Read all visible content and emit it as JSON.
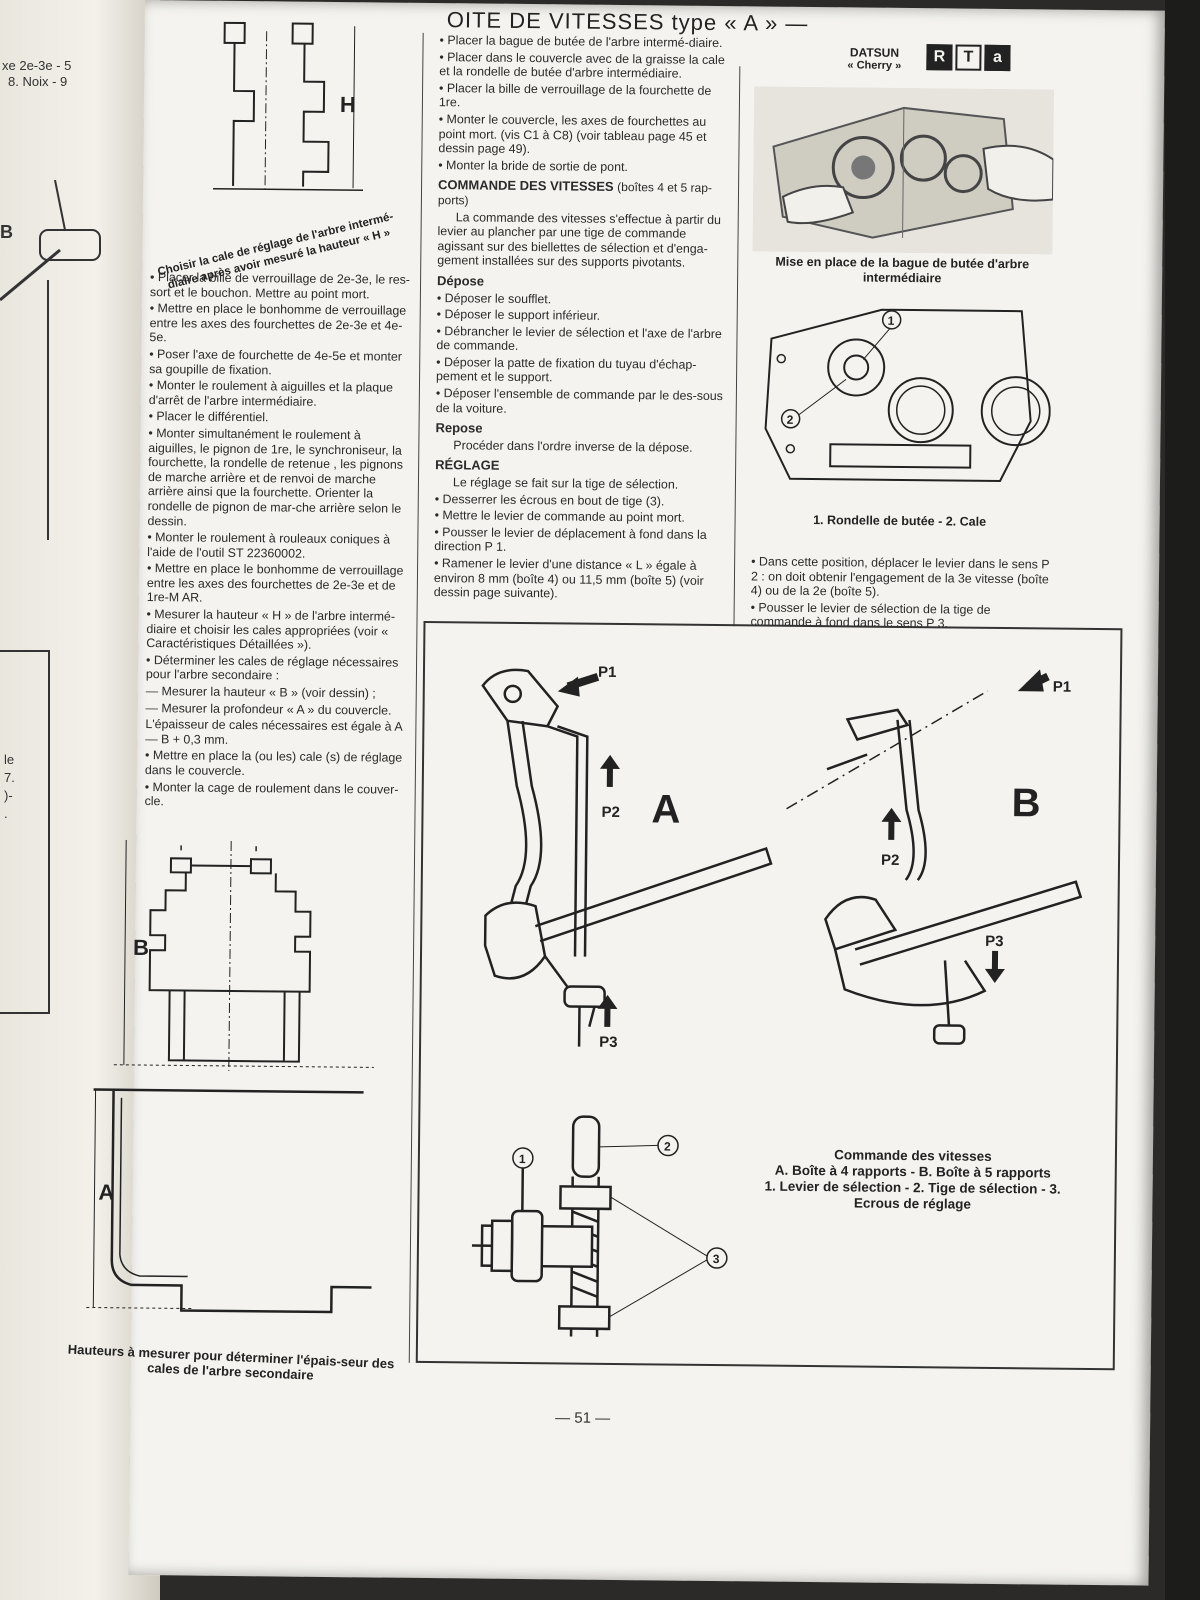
{
  "left_page": {
    "fragments": [
      "xe 2e-3e - 5",
      "8. Noix - 9",
      "B",
      "le",
      "7.",
      ")-",
      "."
    ]
  },
  "header": {
    "section_title": "OITE DE VITESSES type « A » —",
    "brand": "DATSUN",
    "model": "« Cherry »",
    "logo_letters": [
      "R",
      "T",
      "a"
    ]
  },
  "col_left": {
    "fig_label_h": "H",
    "fig_caption": "Choisir la cale de réglage de l'arbre intermé-diaire après avoir mesuré la hauteur « H »",
    "paragraphs": [
      "Placer la bille de verrouillage de 2e-3e, le res-sort et le bouchon. Mettre au point mort.",
      "Mettre en place le bonhomme de verrouillage entre les axes des fourchettes de 2e-3e et 4e-5e.",
      "Poser l'axe de fourchette de 4e-5e et monter sa goupille de fixation.",
      "Monter le roulement à aiguilles et la plaque d'arrêt de l'arbre intermédiaire.",
      "Placer le différentiel.",
      "Monter simultanément le roulement à aiguilles, le pignon de 1re, le synchroniseur, la fourchette, la rondelle de retenue , les pignons de marche arrière et de renvoi de marche arrière ainsi que la fourchette. Orienter la rondelle de pignon de mar-che arrière selon le dessin.",
      "Monter le roulement à rouleaux coniques à l'aide de l'outil ST 22360002.",
      "Mettre en place le bonhomme de verrouillage entre les axes des fourchettes de 2e-3e et de 1re-M AR.",
      "Mesurer la hauteur « H » de l'arbre intermé-diaire et choisir les cales appropriées (voir « Caractéristiques Détaillées »).",
      "Déterminer les cales de réglage nécessaires pour l'arbre secondaire :",
      "— Mesurer la hauteur « B » (voir dessin) ;",
      "— Mesurer la profondeur « A » du couvercle.",
      "L'épaisseur de cales nécessaires est égale à A — B + 0,3 mm.",
      "Mettre en place la (ou les) cale (s) de réglage dans le couvercle.",
      "Monter la cage de roulement dans le couver-cle."
    ],
    "fig2_label_b": "B",
    "fig2_label_a": "A",
    "fig2_caption": "Hauteurs à mesurer pour déterminer l'épais-seur des cales de l'arbre secondaire"
  },
  "col_mid": {
    "intro": [
      "Placer la bague de butée de l'arbre intermé-diaire.",
      "Placer dans le couvercle avec de la graisse la cale et la rondelle de butée d'arbre intermédiaire.",
      "Placer la bille de verrouillage de la fourchette de 1re.",
      "Monter le couvercle, les axes de fourchettes au point mort. (vis C1 à C8) (voir tableau page 45 et dessin page 49).",
      "Monter la bride de sortie de pont."
    ],
    "h_commande": "COMMANDE DES VITESSES",
    "h_commande_suffix": "(boîtes 4 et 5 rap-ports)",
    "commande_text": "La commande des vitesses s'effectue à partir du levier au plancher par une tige de commande agissant sur des biellettes de sélection et d'enga-gement installées sur des supports pivotants.",
    "h_depose": "Dépose",
    "depose": [
      "Déposer le soufflet.",
      "Déposer le support inférieur.",
      "Débrancher le levier de sélection et l'axe de l'arbre de commande.",
      "Déposer la patte de fixation du tuyau d'échap-pement et le support.",
      "Déposer l'ensemble de commande par le des-sous de la voiture."
    ],
    "h_repose": "Repose",
    "repose_text": "Procéder dans l'ordre inverse de la dépose.",
    "h_reglage": "RÉGLAGE",
    "reglage_intro": "Le réglage se fait sur la tige de sélection.",
    "reglage": [
      "Desserrer les écrous en bout de tige (3).",
      "Mettre le levier de commande au point mort.",
      "Pousser le levier de déplacement à fond dans la direction P 1.",
      "Ramener le levier d'une distance « L » égale à environ 8 mm (boîte 4) ou 11,5 mm (boîte 5) (voir dessin page suivante)."
    ]
  },
  "col_right": {
    "photo_caption": "Mise en place de la bague de butée d'arbre intermédiaire",
    "fig_caption": "1. Rondelle de butée - 2. Cale",
    "callout_1": "1",
    "callout_2": "2",
    "text": [
      "Dans cette position, déplacer le levier dans le sens P 2 : on doit obtenir l'engagement de la 3e vitesse (boîte 4) ou de la 2e (boîte 5).",
      "Pousser le levier de sélection de la tige de commande à fond dans le sens P 3."
    ]
  },
  "big_figure": {
    "label_a": "A",
    "label_b": "B",
    "p1": "P1",
    "p2": "P2",
    "p3": "P3",
    "n1": "1",
    "n2": "2",
    "n3": "3",
    "caption_lines": [
      "Commande des vitesses",
      "A. Boîte à 4 rapports - B. Boîte à 5 rapports",
      "1. Levier de sélection - 2. Tige de sélection - 3.",
      "Ecrous de réglage"
    ]
  },
  "footer": {
    "page_number": "— 51 —"
  }
}
